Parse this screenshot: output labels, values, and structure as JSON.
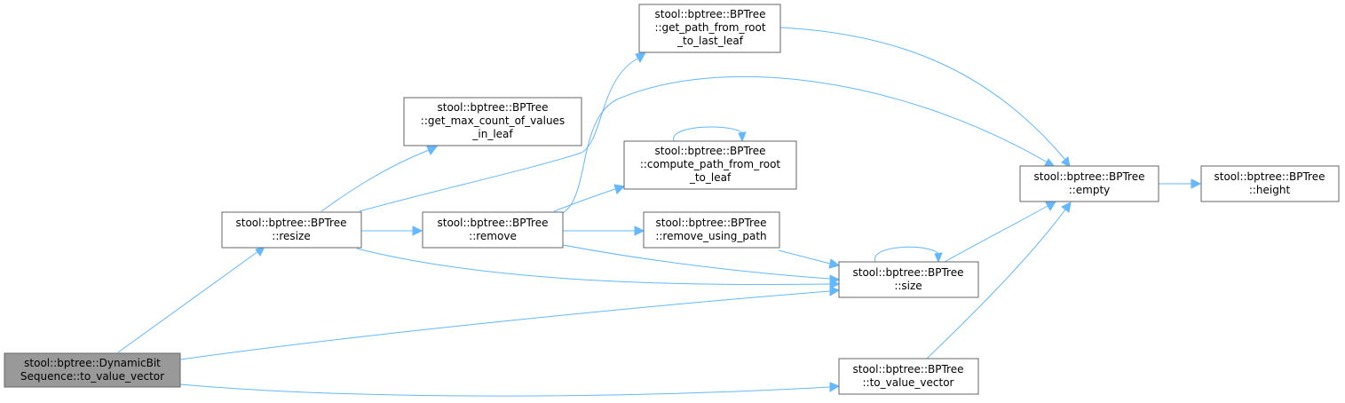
{
  "graph": {
    "edge_color": "#63b8ff",
    "node_border_color": "#666666",
    "root_fill_color": "#999999",
    "nodes": {
      "root": {
        "line1": "stool::bptree::DynamicBit",
        "line2": "Sequence::to_value_vector"
      },
      "resize": {
        "line1": "stool::bptree::BPTree",
        "line2": "::resize"
      },
      "get_max_count": {
        "line1": "stool::bptree::BPTree",
        "line2": "::get_max_count_of_values",
        "line3": "_in_leaf"
      },
      "remove": {
        "line1": "stool::bptree::BPTree",
        "line2": "::remove"
      },
      "get_path_last_leaf": {
        "line1": "stool::bptree::BPTree",
        "line2": "::get_path_from_root",
        "line3": "_to_last_leaf"
      },
      "compute_path": {
        "line1": "stool::bptree::BPTree",
        "line2": "::compute_path_from_root",
        "line3": "_to_leaf"
      },
      "remove_using_path": {
        "line1": "stool::bptree::BPTree",
        "line2": "::remove_using_path"
      },
      "size": {
        "line1": "stool::bptree::BPTree",
        "line2": "::size"
      },
      "to_value_vector": {
        "line1": "stool::bptree::BPTree",
        "line2": "::to_value_vector"
      },
      "empty": {
        "line1": "stool::bptree::BPTree",
        "line2": "::empty"
      },
      "height": {
        "line1": "stool::bptree::BPTree",
        "line2": "::height"
      }
    }
  }
}
